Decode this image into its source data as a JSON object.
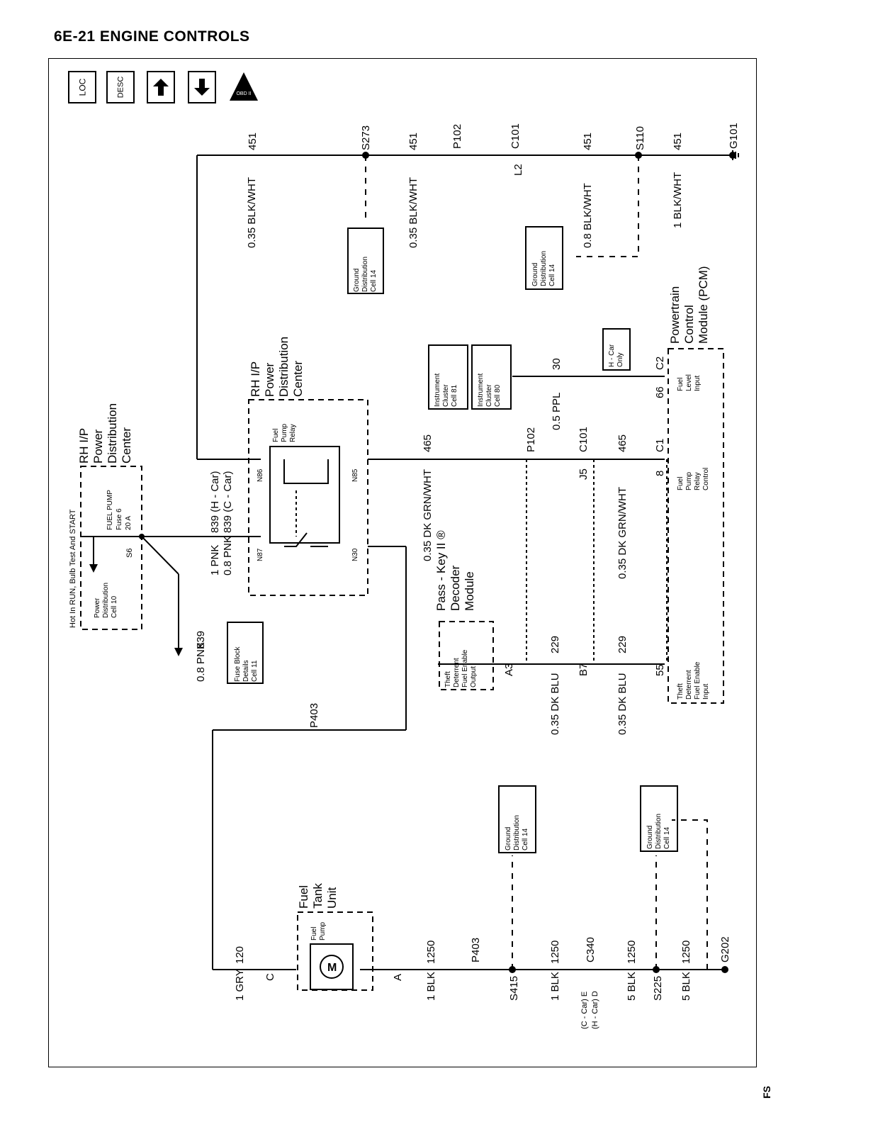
{
  "header": {
    "title": "6E-21 ENGINE CONTROLS"
  },
  "footer": {
    "code": "FS"
  },
  "nav": {
    "loc": "LOC",
    "desc": "DESC",
    "up": "up-arrow",
    "down": "down-arrow",
    "obd": "OBD II"
  },
  "top_circuit": {
    "splices": [
      "S273",
      "S110"
    ],
    "connector_p102": "P102",
    "connector_c101": "C101",
    "pin_l2": "L2",
    "ground": "G101",
    "circuit": "451",
    "wires": [
      "0.35 BLK/WHT",
      "0.35 BLK/WHT",
      "0.8 BLK/WHT",
      "1 BLK/WHT"
    ],
    "ground_boxes": [
      [
        "Ground",
        "Distribution",
        "Cell 14"
      ],
      [
        "Ground",
        "Distribution",
        "Cell 14"
      ]
    ]
  },
  "fuse_block": {
    "hot_label": "Hot In RUN, Bulb Test And START",
    "title": [
      "RH I/P",
      "Power",
      "Distribution",
      "Center"
    ],
    "fuse": [
      "FUEL PUMP",
      "Fuse 6",
      "20 A"
    ],
    "splice": "S6",
    "power_box": [
      "Power",
      "Distribution",
      "Cell 10"
    ],
    "details_box": [
      "Fuse Block",
      "Details",
      "Cell 11"
    ],
    "wire": "0.8 PNK",
    "circuit": "839"
  },
  "relay": {
    "title": [
      "RH I/P",
      "Power",
      "Distribution",
      "Center"
    ],
    "name": [
      "Fuel",
      "Pump",
      "Relay"
    ],
    "pins": [
      "N86",
      "N85",
      "N87",
      "N30"
    ],
    "wires_in": [
      "1 PNK",
      "0.8 PNK"
    ],
    "circuits_in": [
      "839 (H - Car)",
      "839 (C - Car)"
    ]
  },
  "relay_control": {
    "circuit": "465",
    "wire": "0.35 DK GRN/WHT",
    "connector_p102": "P102",
    "connector_c101": "C101",
    "pin_j5": "J5",
    "pin_8": "8",
    "c1": "C1"
  },
  "cluster": {
    "boxes": [
      [
        "Instrument",
        "Cluster",
        "Cell 81"
      ],
      [
        "Instrument",
        "Cluster",
        "Cell 80"
      ]
    ],
    "circuit": "30",
    "wire": "0.5 PPL",
    "hcar": [
      "H - Car",
      "Only"
    ],
    "pin_66": "66",
    "c2": "C2"
  },
  "pcm": {
    "title": [
      "Powertrain",
      "Control",
      "Module (PCM)"
    ],
    "fuel_level": [
      "Fuel",
      "Level",
      "Input"
    ],
    "relay_ctrl": [
      "Fuel",
      "Pump",
      "Relay",
      "Control"
    ],
    "theft_in": [
      "Theft",
      "Deterrent",
      "Fuel Enable",
      "Input"
    ]
  },
  "passkey": {
    "title": [
      "Pass - Key II ®",
      "Decoder",
      "Module"
    ],
    "output": [
      "Theft",
      "Deterrent",
      "Fuel Enable",
      "Output"
    ],
    "pin_a3": "A3",
    "pin_b7": "B7",
    "pin_55": "55",
    "circuit": "229",
    "wire": "0.35 DK BLU"
  },
  "fuel_pump_feed": {
    "connector": "P403",
    "wire": "1 GRY",
    "circuit": "120"
  },
  "fuel_tank": {
    "title": [
      "Fuel",
      "Tank",
      "Unit"
    ],
    "pump": [
      "Fuel",
      "Pump"
    ],
    "motor": "M",
    "pin_c": "C",
    "pin_a": "A"
  },
  "ground_circuit": {
    "circuit": "1250",
    "wires": [
      "1 BLK",
      "1 BLK",
      "5 BLK",
      "5 BLK"
    ],
    "connector_p403": "P403",
    "splice_s415": "S415",
    "connector_c340": "C340",
    "c340_pins": [
      "(C - Car) E",
      "(H - Car) D"
    ],
    "splice_s225": "S225",
    "ground": "G202",
    "ground_boxes": [
      [
        "Ground",
        "Distribution",
        "Cell 14"
      ],
      [
        "Ground",
        "Distribution",
        "Cell 14"
      ]
    ]
  }
}
